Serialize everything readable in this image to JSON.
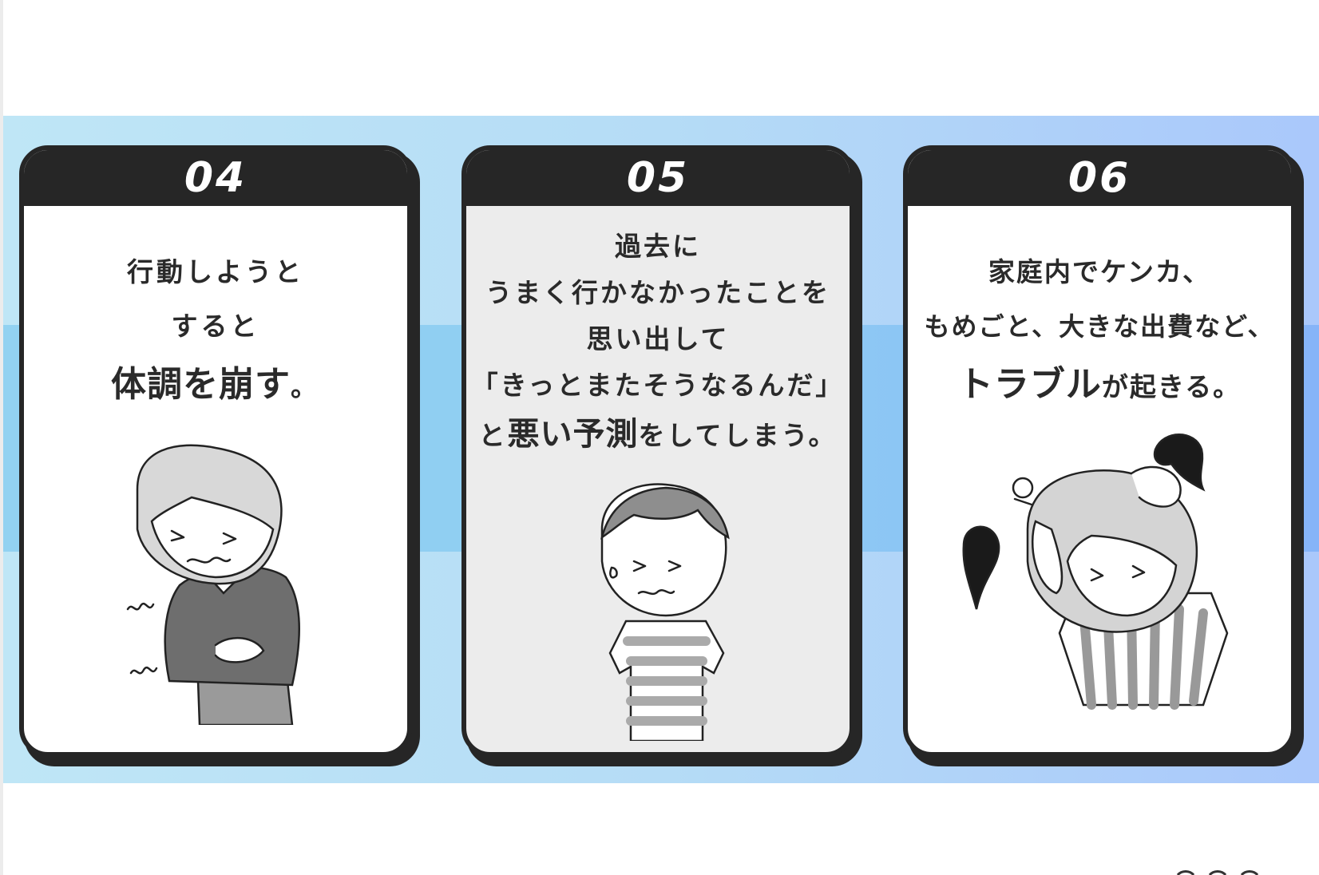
{
  "cards": [
    {
      "number": "04",
      "lines": [
        "行動しようと",
        "すると"
      ],
      "emphasis": "体調を崩す",
      "emphasis_tail": "。"
    },
    {
      "number": "05",
      "lines": [
        "過去に",
        "うまく行かなかったことを",
        "思い出して",
        "「きっとまたそうなるんだ」"
      ],
      "last_prefix": "と",
      "emphasis": "悪い予測",
      "last_suffix": "をしてしまう。"
    },
    {
      "number": "06",
      "lines": [
        "家庭内でケンカ、",
        "もめごと、大きな出費など、"
      ],
      "emphasis": "トラブル",
      "emphasis_tail": "が起きる。"
    }
  ],
  "colors": {
    "card_border": "#262626",
    "band_left": "#bfe6f6",
    "band_right": "#aac8fb",
    "card_gray": "#ececec"
  }
}
